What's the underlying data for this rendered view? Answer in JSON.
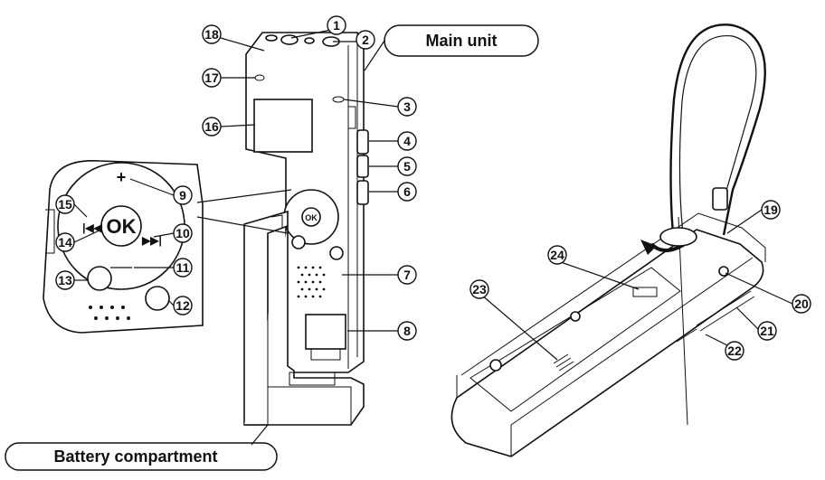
{
  "labels": {
    "main_unit": "Main unit",
    "battery_compartment": "Battery compartment",
    "ok": "OK",
    "ok_small": "OK"
  },
  "callouts": [
    "1",
    "2",
    "3",
    "4",
    "5",
    "6",
    "7",
    "8",
    "9",
    "10",
    "11",
    "12",
    "13",
    "14",
    "15",
    "16",
    "17",
    "18",
    "19",
    "20",
    "21",
    "22",
    "23",
    "24"
  ]
}
